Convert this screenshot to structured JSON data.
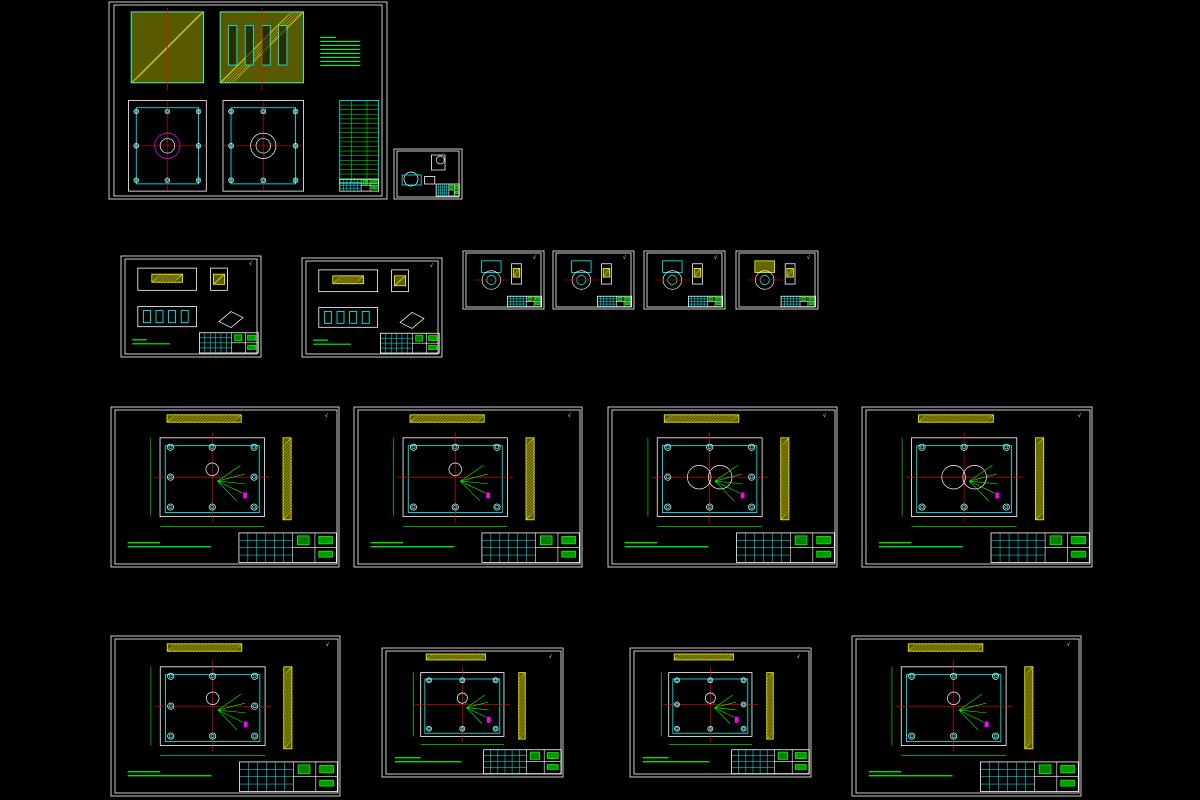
{
  "drawing": {
    "background": "#000000",
    "colors": {
      "frame": "#FFFFFF",
      "hatch": "#FFFF00",
      "geometry": "#00FFFF",
      "dimension": "#00FF00",
      "center": "#FF0000",
      "accent": "#FF00FF",
      "table": "#00FFFF",
      "note": "#00FF00"
    },
    "sheets": [
      {
        "id": "assembly",
        "kind": "assembly"
      },
      {
        "id": "part-small",
        "kind": "small-part"
      },
      {
        "id": "core-insert-a",
        "kind": "insert"
      },
      {
        "id": "core-insert-b",
        "kind": "insert"
      },
      {
        "id": "detail-1",
        "kind": "detail"
      },
      {
        "id": "detail-2",
        "kind": "detail"
      },
      {
        "id": "detail-3",
        "kind": "detail"
      },
      {
        "id": "detail-4",
        "kind": "detail"
      },
      {
        "id": "plate-1",
        "kind": "plate"
      },
      {
        "id": "plate-2",
        "kind": "plate"
      },
      {
        "id": "plate-3",
        "kind": "plate"
      },
      {
        "id": "plate-4",
        "kind": "plate"
      },
      {
        "id": "plate-5",
        "kind": "plate"
      },
      {
        "id": "plate-6",
        "kind": "plate"
      },
      {
        "id": "plate-7",
        "kind": "plate"
      },
      {
        "id": "plate-8",
        "kind": "plate"
      }
    ]
  }
}
